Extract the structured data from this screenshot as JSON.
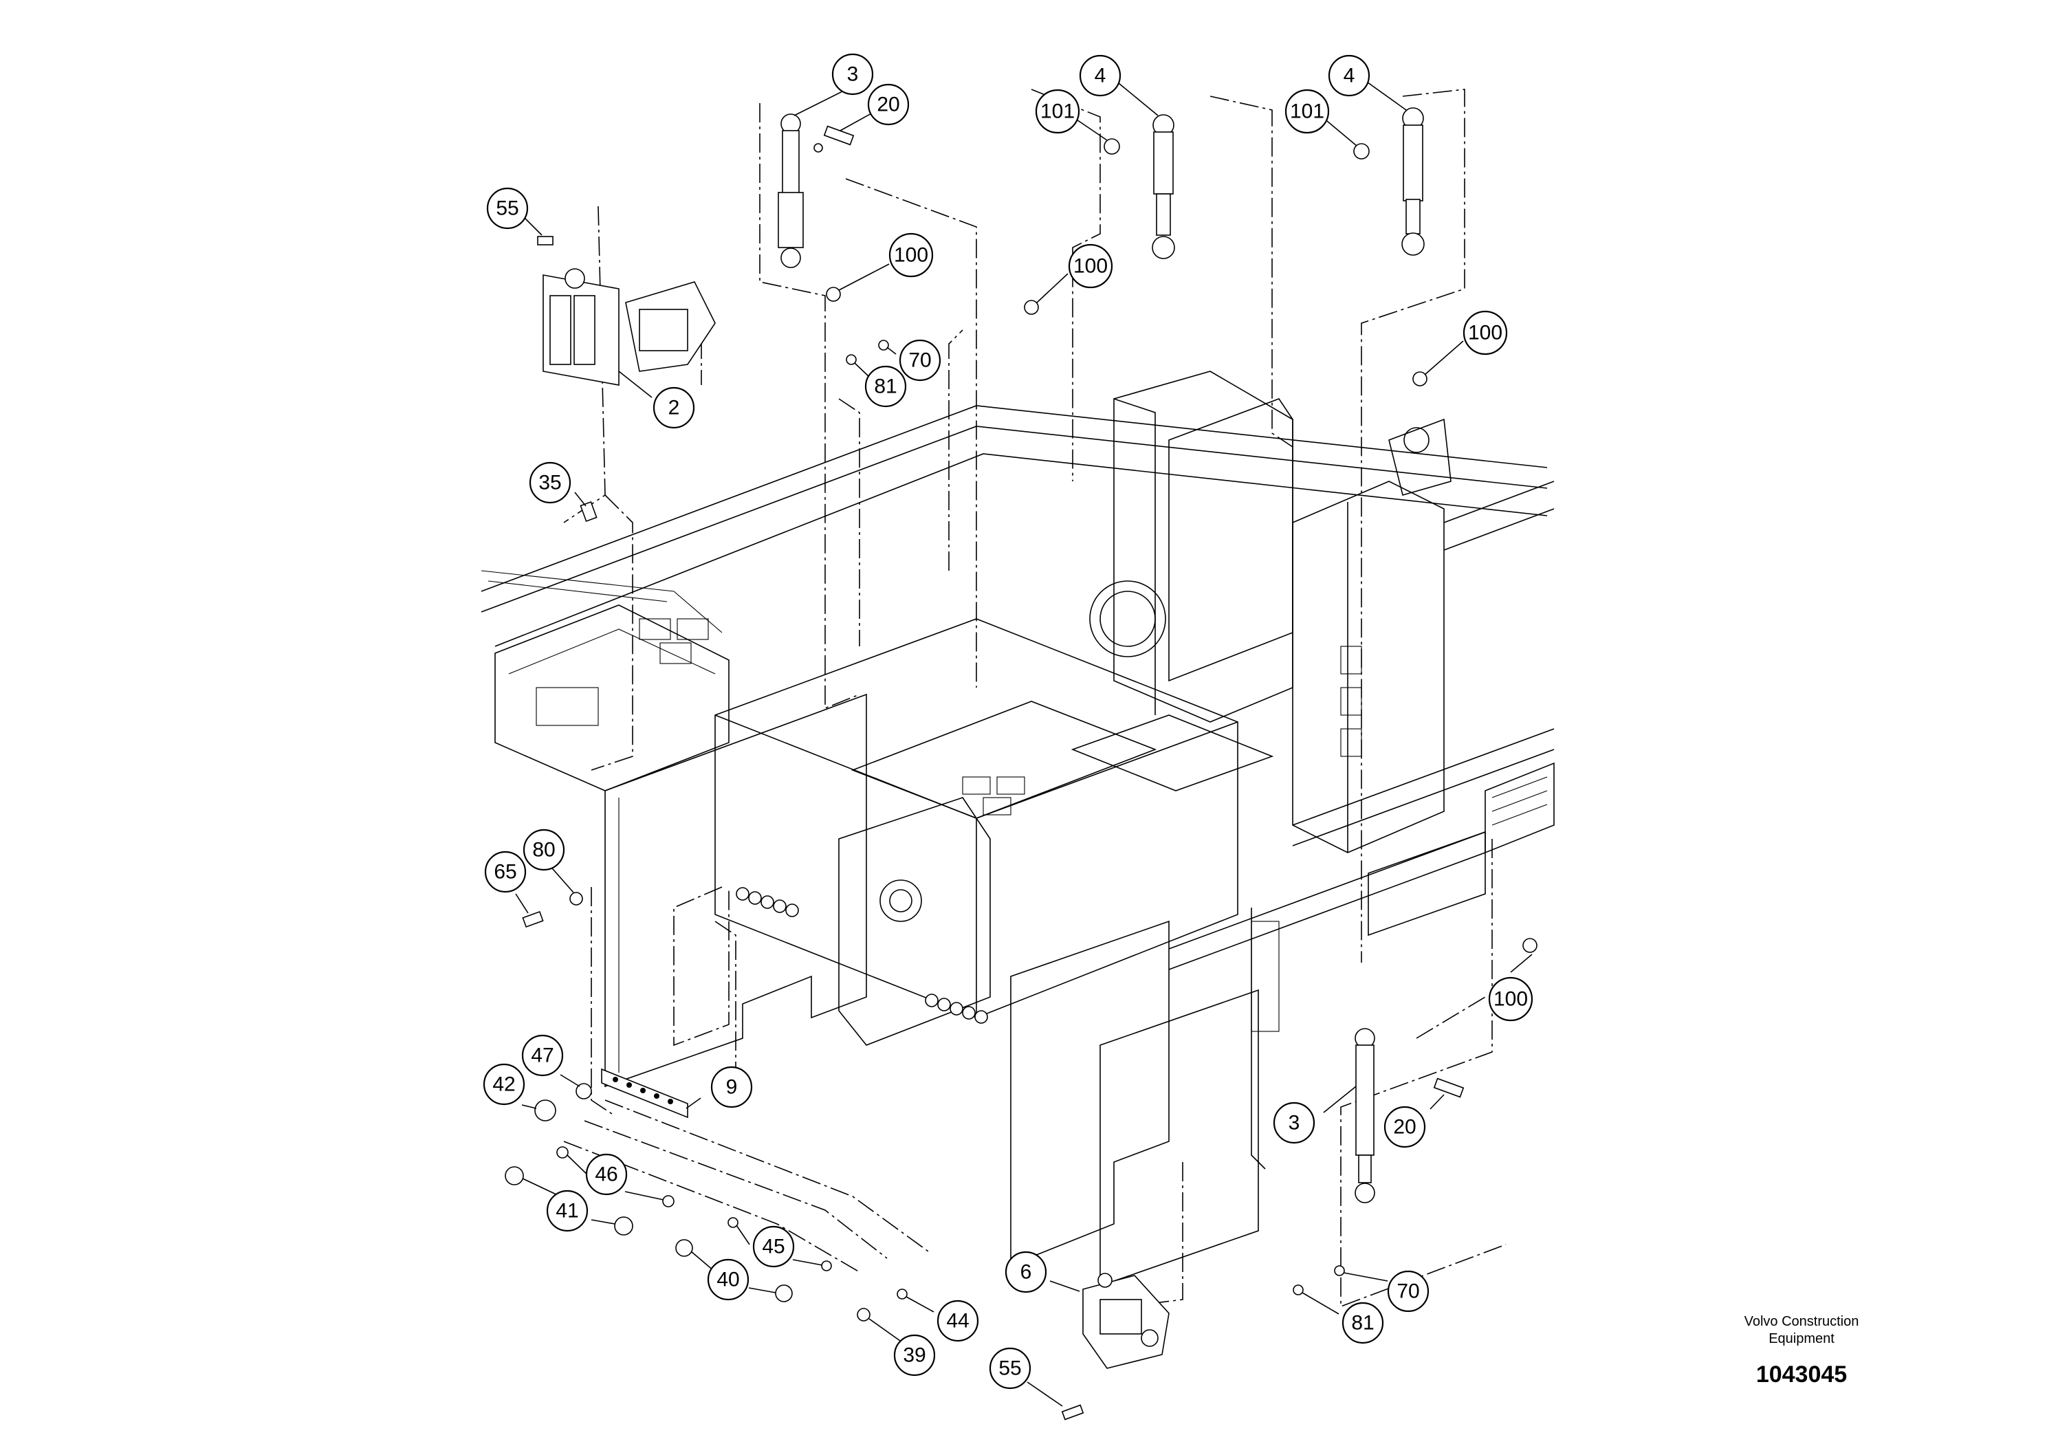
{
  "callouts": [
    {
      "id": "c3a",
      "label": "3"
    },
    {
      "id": "c20a",
      "label": "20"
    },
    {
      "id": "c4a",
      "label": "4"
    },
    {
      "id": "c101a",
      "label": "101"
    },
    {
      "id": "c4b",
      "label": "4"
    },
    {
      "id": "c101b",
      "label": "101"
    },
    {
      "id": "c55a",
      "label": "55"
    },
    {
      "id": "c100a",
      "label": "100"
    },
    {
      "id": "c100b",
      "label": "100"
    },
    {
      "id": "c100c",
      "label": "100"
    },
    {
      "id": "c70a",
      "label": "70"
    },
    {
      "id": "c81a",
      "label": "81"
    },
    {
      "id": "c2",
      "label": "2"
    },
    {
      "id": "c35",
      "label": "35"
    },
    {
      "id": "c80",
      "label": "80"
    },
    {
      "id": "c65",
      "label": "65"
    },
    {
      "id": "c100d",
      "label": "100"
    },
    {
      "id": "c47",
      "label": "47"
    },
    {
      "id": "c42",
      "label": "42"
    },
    {
      "id": "c9",
      "label": "9"
    },
    {
      "id": "c46",
      "label": "46"
    },
    {
      "id": "c41",
      "label": "41"
    },
    {
      "id": "c45",
      "label": "45"
    },
    {
      "id": "c40",
      "label": "40"
    },
    {
      "id": "c44",
      "label": "44"
    },
    {
      "id": "c39",
      "label": "39"
    },
    {
      "id": "c6",
      "label": "6"
    },
    {
      "id": "c55b",
      "label": "55"
    },
    {
      "id": "c3b",
      "label": "3"
    },
    {
      "id": "c20b",
      "label": "20"
    },
    {
      "id": "c70b",
      "label": "70"
    },
    {
      "id": "c81b",
      "label": "81"
    }
  ],
  "brand": {
    "line": "Volvo Construction\nEquipment",
    "drawing_number": "1043045"
  }
}
